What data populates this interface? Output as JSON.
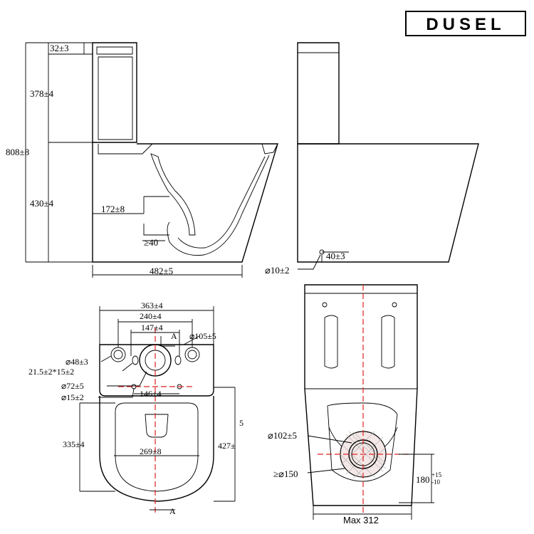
{
  "brand": {
    "name": "DUSEL"
  },
  "front_view": {
    "dims": {
      "total_height": "808±8",
      "tank_lid": "32±3",
      "tank_height": "378±4",
      "bowl_height": "430±4",
      "outlet_offset": "172±8",
      "outlet_min": "≥40",
      "width": "482±5"
    }
  },
  "side_view": {
    "dims": {
      "hole_offset": "40±3",
      "hole_diameter": "⌀10±2"
    }
  },
  "top_view": {
    "dims": {
      "overall_width": "363±4",
      "width_240": "240±4",
      "width_147": "147±4",
      "section_mark": "A",
      "hole_105": "⌀105±5",
      "hole_48": "⌀48±3",
      "slot": "21.5±2*15±2",
      "hole_72": "⌀72±5",
      "hole_15": "⌀15±2",
      "width_146": "146±4",
      "depth_335": "335±4",
      "width_269": "269±8",
      "depth_427": "427±",
      "cut_value": "5"
    }
  },
  "bottom_view": {
    "dims": {
      "outlet_102": "⌀102±5",
      "outlet_150": "≥⌀150",
      "height_180": "180",
      "tol_plus": "+15",
      "tol_minus": "-10",
      "max_width": "Max 312"
    }
  },
  "colors": {
    "line": "#000000",
    "center_axis": "#dd2222",
    "hatch": "#bbbbbb"
  }
}
